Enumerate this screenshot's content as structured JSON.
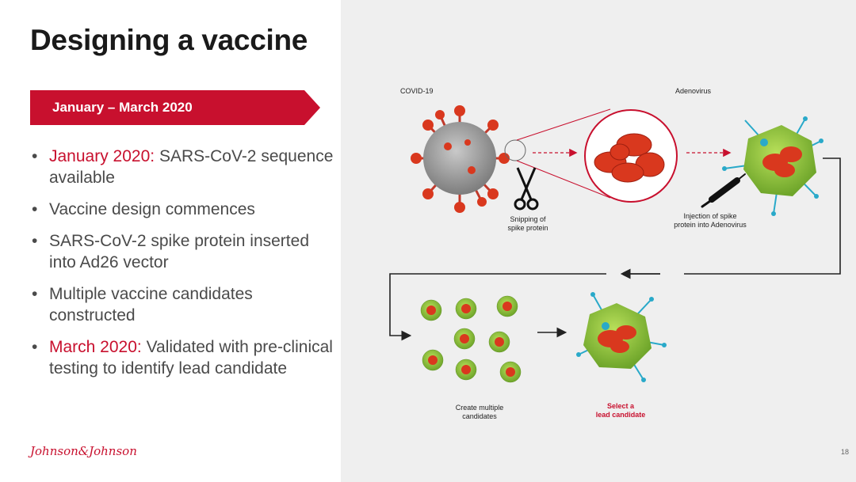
{
  "title": "Designing a vaccine",
  "banner": "January – March 2020",
  "bullets": [
    {
      "highlight": "January 2020:",
      "text": " SARS-CoV-2 sequence available"
    },
    {
      "highlight": "",
      "text": "Vaccine design commences"
    },
    {
      "highlight": "",
      "text": "SARS-CoV-2 spike protein inserted into Ad26 vector"
    },
    {
      "highlight": "",
      "text": "Multiple vaccine candidates constructed"
    },
    {
      "highlight": "March 2020:",
      "text": " Validated with pre-clinical testing to identify lead candidate"
    }
  ],
  "diagram": {
    "covid_label": "COVID-19",
    "adenovirus_label": "Adenovirus",
    "snip_label_1": "Snipping of",
    "snip_label_2": "spike protein",
    "inject_label_1": "Injection of spike",
    "inject_label_2": "protein into Adenovirus",
    "create_label_1": "Create multiple",
    "create_label_2": "candidates",
    "select_label_1": "Select a",
    "select_label_2": "lead candidate"
  },
  "logo": "Johnson&Johnson",
  "page_number": "18",
  "colors": {
    "brand_red": "#c8102e",
    "virus_green": "#8cc63f",
    "spike_red": "#d9381e",
    "spike_blue": "#29a9c9"
  }
}
